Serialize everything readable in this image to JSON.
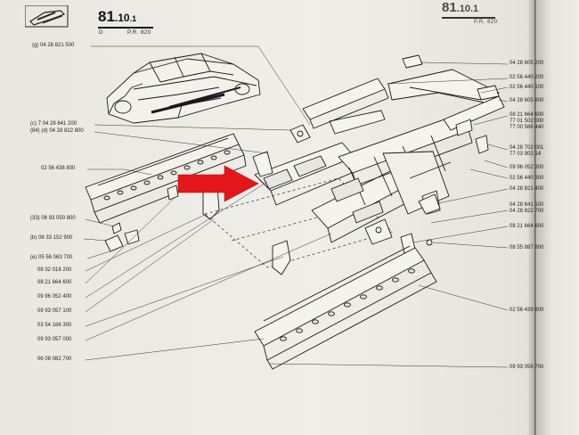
{
  "header": {
    "section_left": "81",
    "section_left_sub": ".10",
    "section_left_dot": ".1",
    "ref_left_1": "D",
    "ref_left_2": "P.R. 820",
    "section_right": "81",
    "section_right_sub": ".10.1",
    "ref_right": "P.R. 820"
  },
  "left_labels": [
    "(g) 04 28 821 500",
    "(c) 7 04 28 641 200",
    "(84) (d) 04 28 822 800",
    "02 56 438 800",
    "(33) 08 93 050 800",
    "(b) 08 33 152 900",
    "(e) 05 56 063 700",
    "08 32 018 200",
    "08 21 664 600",
    "09 96 052 400",
    "09 93 057 100",
    "03 54 168 300",
    "09 93 057 000",
    "06 08 082 700"
  ],
  "right_labels": [
    "04 28 605 200",
    "02 56 440 200",
    "02 56 440 100",
    "04 28 605 900",
    "08 21 664 600",
    "77 01 502 000",
    "77 00 586 440",
    "04 28 702 001",
    "77 03 902 14",
    "09 96 052 300",
    "02 56 440 300",
    "04 28 821 400",
    "04 28 641 100",
    "04 28 822 700",
    "08 21 664 600",
    "08 55 887 800",
    "02 56 439 800",
    "09 93 056 700"
  ],
  "colors": {
    "paper": "#efeee9",
    "ink": "#1a1a1a",
    "arrow": "#e4161b"
  }
}
